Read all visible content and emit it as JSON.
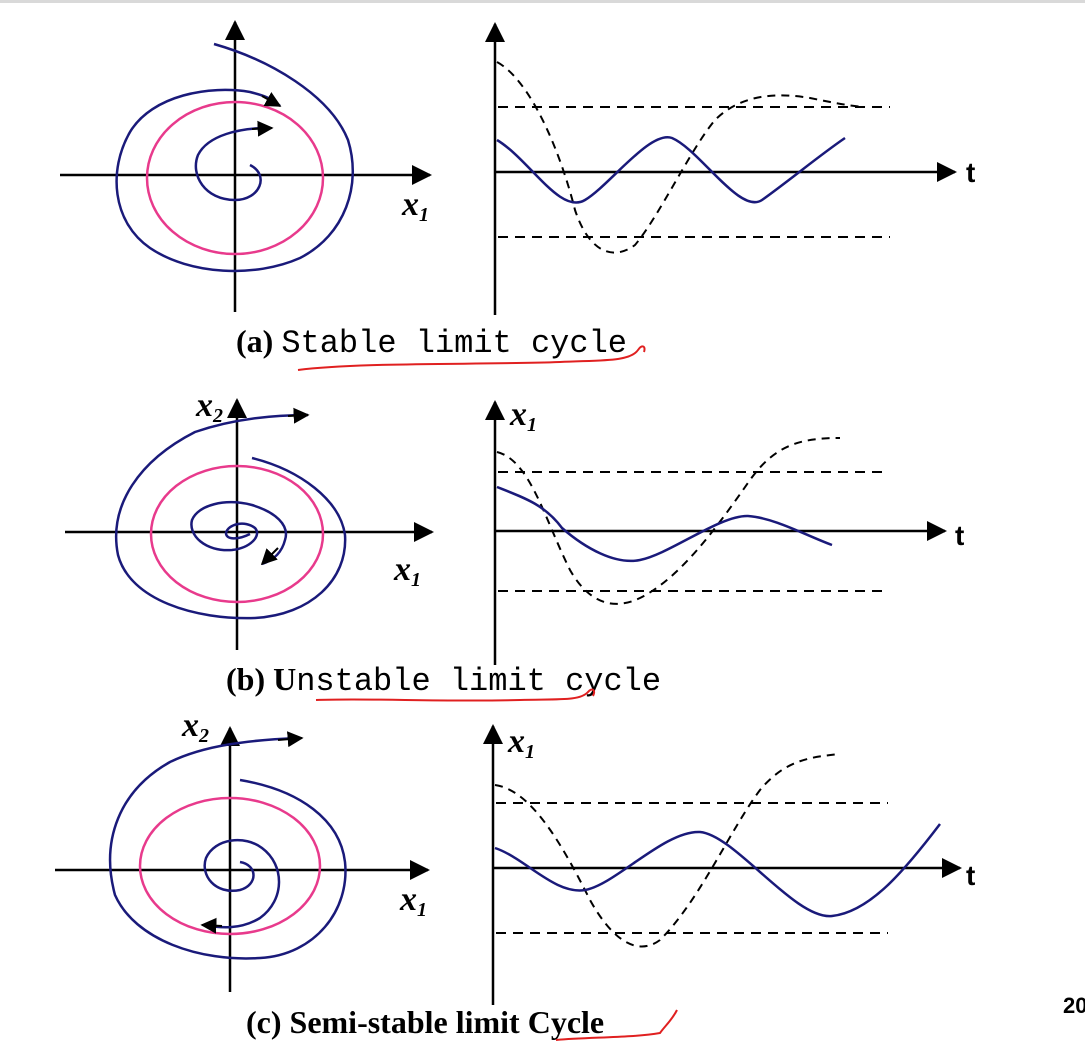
{
  "colors": {
    "axis": "#000000",
    "trajectory": "#1a1a7a",
    "limit_cycle": "#e83a8c",
    "dashed": "#000000",
    "underline": "#e02020"
  },
  "labels": {
    "x1": "x",
    "x1_sub": "1",
    "x2": "x",
    "x2_sub": "2",
    "t": "t"
  },
  "captions": {
    "a_prefix": "(a)",
    "a_text": "Stable limit cycle",
    "b_prefix": "(b) U",
    "b_text": "nstable limit cycle",
    "c_text": "(c) Semi-stable limit Cycle"
  },
  "page_number": "20"
}
